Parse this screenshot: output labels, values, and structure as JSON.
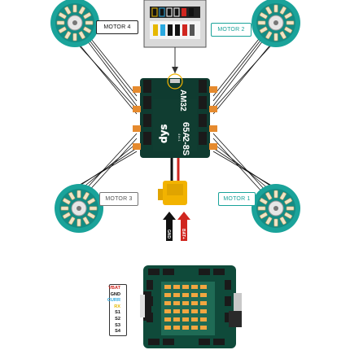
{
  "motors": {
    "m4_label": "MOTOR 4",
    "m2_label": "MOTOR 2",
    "m3_label": "MOTOR 3",
    "m1_label": "MOTOR 1"
  },
  "esc": {
    "brand": "dys",
    "firmware": "AM32",
    "current": "65A",
    "cells": "2-8S",
    "subtitle": "4 in 1"
  },
  "power": {
    "gnd_label": "GND",
    "bat_label": "BAT+"
  },
  "pinout": {
    "pins": [
      "VBAT",
      "GND",
      "CURR",
      "RX",
      "S1",
      "S2",
      "S3",
      "S4"
    ],
    "colors": [
      "#d0261f",
      "#111111",
      "#2aa9e0",
      "#e6b800",
      "#111111",
      "#111111",
      "#111111",
      "#111111"
    ]
  },
  "colors": {
    "motor_teal": "#1aa39a",
    "pcb_green": "#0f3b30",
    "connector_yellow": "#f2b300",
    "arrow_red": "#d0261f"
  }
}
